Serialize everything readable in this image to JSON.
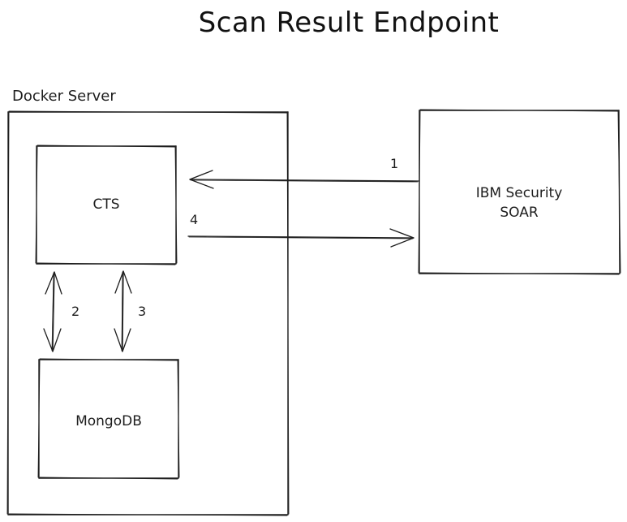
{
  "title": "Scan Result Endpoint",
  "server": {
    "label": "Docker Server"
  },
  "nodes": {
    "cts": "CTS",
    "mongodb": "MongoDB",
    "soar_line1": "IBM Security",
    "soar_line2": "SOAR"
  },
  "flows": {
    "f1": "1",
    "f2": "2",
    "f3": "3",
    "f4": "4"
  },
  "colors": {
    "stroke": "#1e1e1e",
    "background": "#ffffff"
  }
}
